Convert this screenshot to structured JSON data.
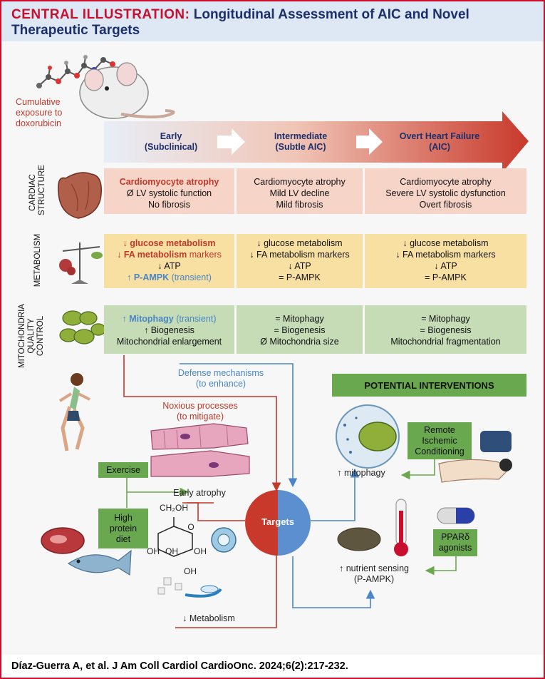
{
  "header": {
    "lead": "CENTRAL ILLUSTRATION:",
    "title": " Longitudinal Assessment of AIC and Novel Therapeutic Targets"
  },
  "exposure": [
    "Cumulative",
    "exposure to",
    "doxorubicin"
  ],
  "stages": [
    {
      "line1": "Early",
      "line2": "(Subclinical)"
    },
    {
      "line1": "Intermediate",
      "line2": "(Subtle AIC)"
    },
    {
      "line1": "Overt Heart Failure",
      "line2": "(AIC)"
    }
  ],
  "row_labels": {
    "structure": [
      "CARDIAC",
      "STRUCTURE"
    ],
    "metabolism": [
      "METABOLISM"
    ],
    "mito": [
      "MITOCHONDRIA",
      "QUALITY",
      "CONTROL"
    ]
  },
  "structure": [
    [
      "Cardiomyocyte atrophy",
      "Ø LV systolic function",
      "No fibrosis"
    ],
    [
      "Cardiomyocyte atrophy",
      "Mild LV decline",
      "Mild fibrosis"
    ],
    [
      "Cardiomyocyte atrophy",
      "Severe LV systolic dysfunction",
      "Overt fibrosis"
    ]
  ],
  "metabolism": {
    "early": {
      "l1_arrow": "↓ ",
      "l1_bold": "glucose metabolism",
      "l2_arrow": "↓ ",
      "l2_bold": "FA metabolism",
      "l2_rest": " markers",
      "l3": "↓ ATP",
      "l4_arrow": "↑ ",
      "l4_bold": "P-AMPK",
      "l4_rest": " (transient)"
    },
    "intermediate": [
      "↓ glucose metabolism",
      "↓ FA metabolism markers",
      "↓ ATP",
      "= P-AMPK"
    ],
    "overt": [
      "↓ glucose metabolism",
      "↓ FA metabolism markers",
      "↓ ATP",
      "= P-AMPK"
    ]
  },
  "mito": {
    "early": {
      "l1_arrow": "↑ ",
      "l1_bold": "Mitophagy",
      "l1_rest": " (transient)",
      "l2": "↑ Biogenesis",
      "l3": "Mitochondrial enlargement"
    },
    "intermediate": [
      "= Mitophagy",
      "= Biogenesis",
      "Ø Mitochondria size"
    ],
    "overt": [
      "= Mitophagy",
      "= Biogenesis",
      "Mitochondrial fragmentation"
    ]
  },
  "flow": {
    "defense": [
      "Defense mechanisms",
      "(to enhance)"
    ],
    "noxious": [
      "Noxious processes",
      "(to mitigate)"
    ],
    "early_atrophy": "Early atrophy",
    "metabolism": "↓ Metabolism",
    "targets": "Targets",
    "exercise": "Exercise",
    "protein": [
      "High",
      "protein",
      "diet"
    ],
    "glucose_top": "CH₂OH",
    "glucose_o": "O",
    "glucose_oh1": "OH",
    "glucose_oh2": "OH",
    "glucose_oh3": "OH",
    "glucose_oh4": "OH"
  },
  "interventions": {
    "title": "POTENTIAL INTERVENTIONS",
    "ric": [
      "Remote",
      "Ischemic",
      "Conditioning"
    ],
    "mitophagy": "↑ mitophagy",
    "ppar": [
      "PPARδ",
      "agonists"
    ],
    "nutrient": [
      "↑ nutrient sensing",
      "(P-AMPK)"
    ]
  },
  "colors": {
    "red": "#c0392b",
    "blue": "#4a86c5",
    "green": "#6aa84f",
    "navy": "#1c2f6b"
  },
  "footer": "Díaz-Guerra A, et al. J Am Coll Cardiol CardioOnc. 2024;6(2):217-232."
}
